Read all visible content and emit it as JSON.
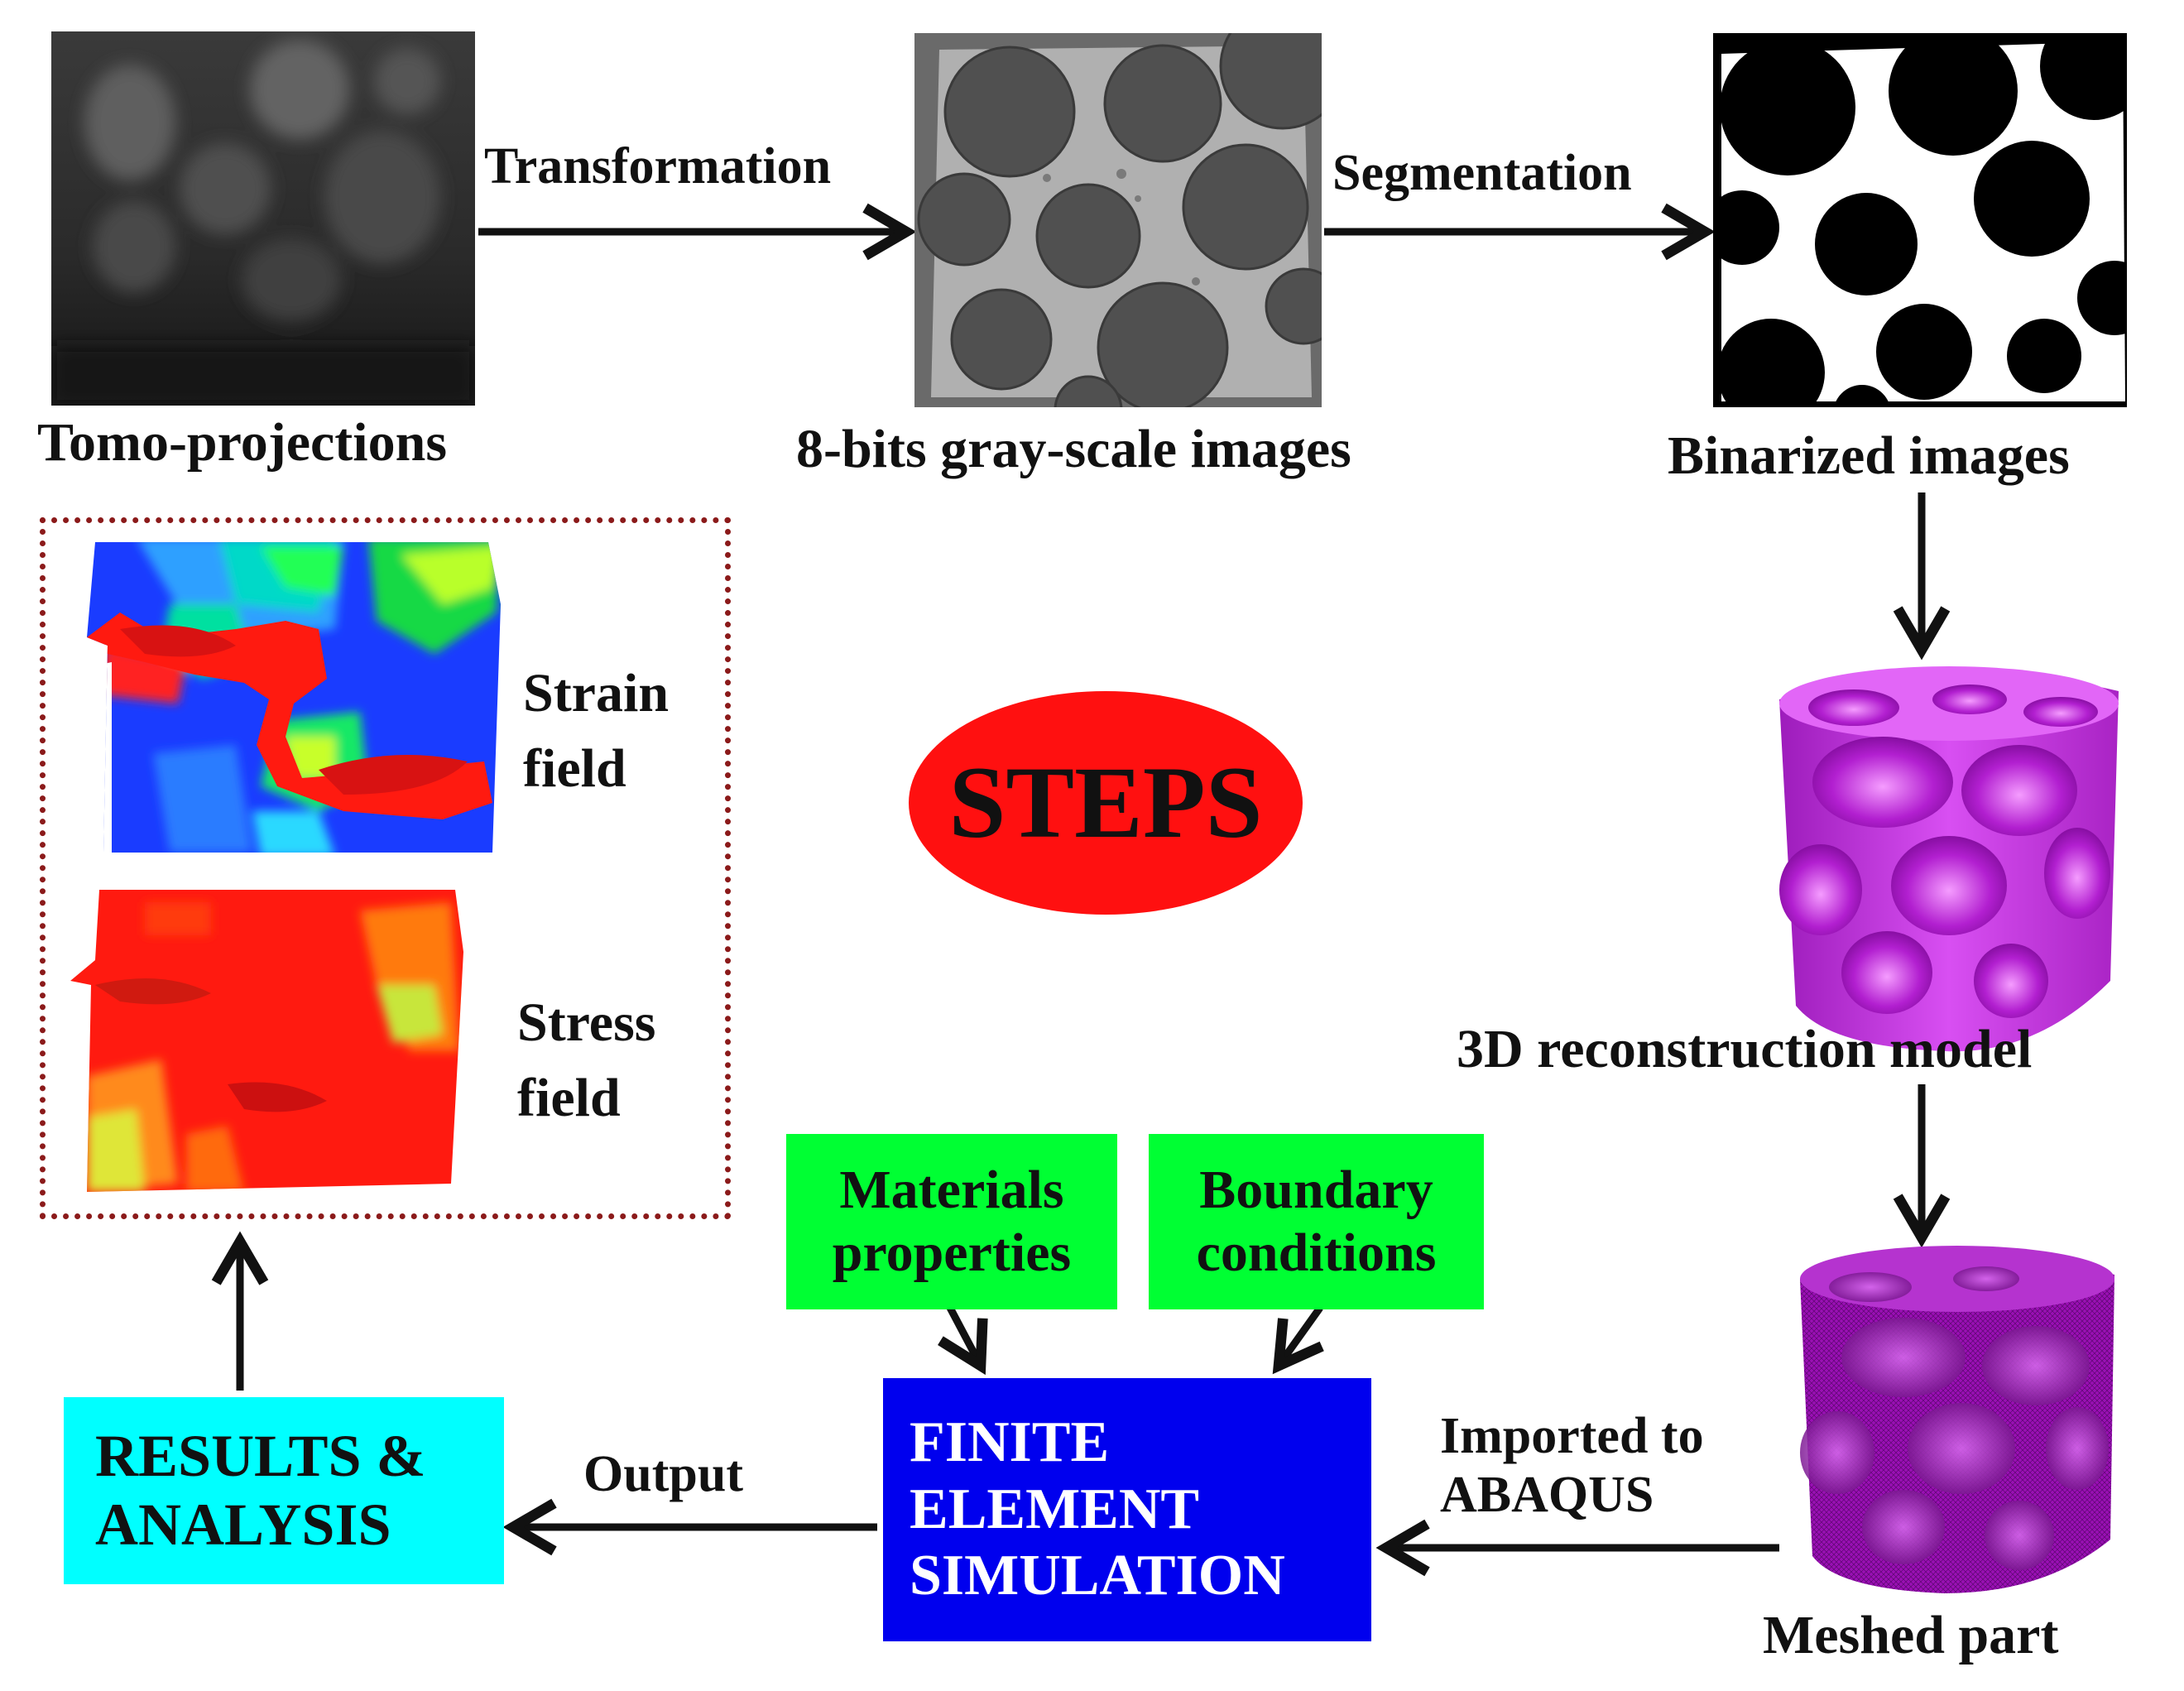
{
  "colors": {
    "steps_ellipse": "#ff1010",
    "green_box": "#00ff33",
    "fe_box": "#0000ee",
    "results_box": "#00ffff",
    "dotted_border": "#8b1a1a",
    "mesh_purple": "#9a10b4",
    "model_magenta": "#d63ef0"
  },
  "labels": {
    "tomo": "Tomo-projections",
    "gray": "8-bits gray-scale images",
    "binarized": "Binarized images",
    "reconstruction": "3D reconstruction model",
    "meshed": "Meshed part"
  },
  "arrows": {
    "transformation": "Transformation",
    "segmentation": "Segmentation",
    "output": "Output",
    "imported_line1": "Imported to",
    "imported_line2": "ABAQUS"
  },
  "center": {
    "steps": "STEPS"
  },
  "boxes": {
    "materials": [
      "Materials",
      "properties"
    ],
    "boundary": [
      "Boundary",
      "conditions"
    ],
    "fe": [
      "FINITE",
      "ELEMENT",
      "SIMULATION"
    ],
    "results": [
      "RESULTS &",
      "ANALYSIS"
    ]
  },
  "fields": {
    "strain": [
      "Strain",
      "field"
    ],
    "stress": [
      "Stress",
      "field"
    ]
  }
}
